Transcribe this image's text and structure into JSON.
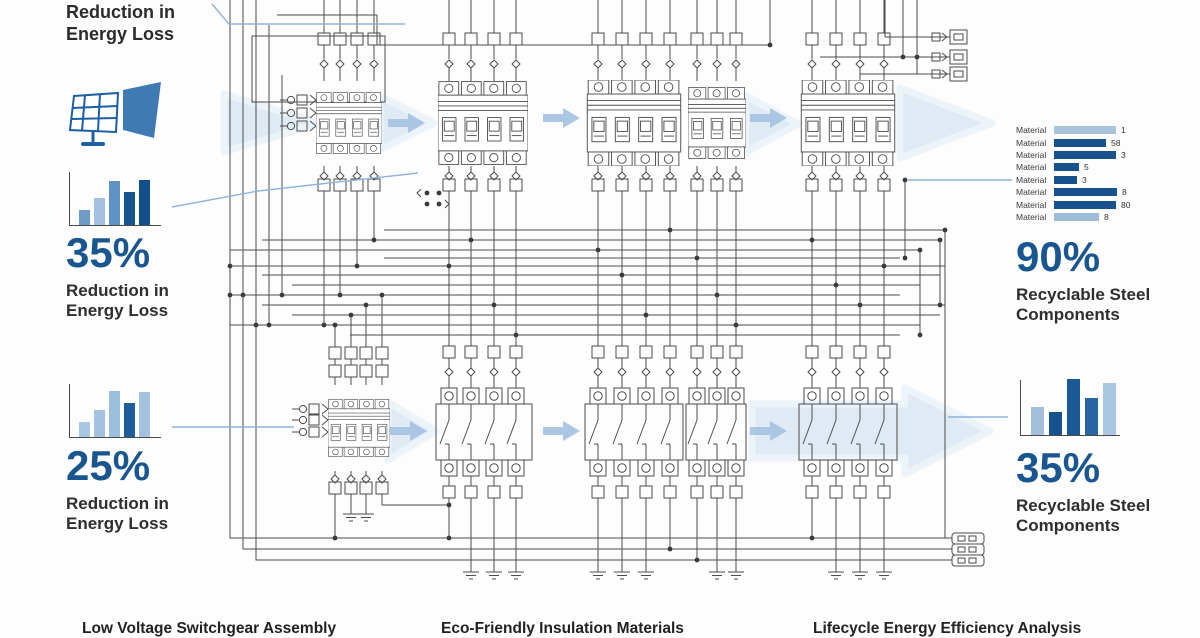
{
  "top_left_note": {
    "line1": "Reduction in",
    "line2": "Energy Loss"
  },
  "stats": {
    "energy_loss_top": {
      "value": "35%",
      "label_line1": "Reduction in",
      "label_line2": "Energy Loss"
    },
    "energy_loss_bottom": {
      "value": "25%",
      "label_line1": "Reduction in",
      "label_line2": "Energy Loss"
    },
    "recyclable_top": {
      "value": "90%",
      "label_line1": "Recyclable Steel",
      "label_line2": "Components"
    },
    "recyclable_bottom": {
      "value": "35%",
      "label_line1": "Recyclable Steel",
      "label_line2": "Components"
    }
  },
  "captions": {
    "left": "Low Voltage Switchgear Assembly",
    "center": "Eco-Friendly Insulation Materials",
    "right": "Lifecycle Energy Efficiency Analysis"
  },
  "icons": {
    "solar_panel": "solar-panel-icon"
  },
  "colors": {
    "stat_blue": "#19558f",
    "bar_dark": "#17528e",
    "bar_medium": "#5e93c4",
    "bar_light": "#a9c3dd",
    "arrow_fill": "#cfe0f0",
    "callout": "#8fb3d9",
    "wire": "#4c4c4c",
    "text_dark": "#2e2e2e"
  },
  "chart_data": [
    {
      "id": "energy-loss-trend-top",
      "type": "bar",
      "orientation": "vertical",
      "title": "35% Reduction in Energy Loss",
      "categories": [
        "",
        "",
        "",
        "",
        ""
      ],
      "values": [
        15,
        27,
        44,
        33,
        45
      ],
      "unit": "relative height px",
      "ylim": [
        0,
        50
      ],
      "colors": [
        "#6f9cc6",
        "#a4c2e0",
        "#5e93c4",
        "#16548f",
        "#115089"
      ],
      "axes": "plain L-axis, no ticks, no gridlines"
    },
    {
      "id": "energy-loss-trend-bottom",
      "type": "bar",
      "orientation": "vertical",
      "title": "25% Reduction in Energy Loss",
      "categories": [
        "",
        "",
        "",
        "",
        ""
      ],
      "values": [
        15,
        27,
        46,
        34,
        45
      ],
      "unit": "relative height px",
      "ylim": [
        0,
        50
      ],
      "colors": [
        "#a9c6e2",
        "#a4c2e0",
        "#9dbfde",
        "#1f5c9c",
        "#a4c2e0"
      ],
      "axes": "plain L-axis, no ticks, no gridlines"
    },
    {
      "id": "materials-breakdown",
      "type": "bar",
      "orientation": "horizontal",
      "title": "90% Recyclable Steel Components",
      "categories": [
        "Material",
        "Material",
        "Material",
        "Material",
        "Material",
        "Material",
        "Material",
        "Material"
      ],
      "values": [
        62,
        52,
        62,
        25,
        23,
        63,
        62,
        45
      ],
      "unit": "relative length px",
      "data_labels": [
        "1",
        "58",
        "3",
        "5",
        "3",
        "8",
        "80",
        "8"
      ],
      "colors": [
        "#a9c3dd",
        "#17528e",
        "#17528e",
        "#17528e",
        "#17528e",
        "#17528e",
        "#17528e",
        "#9fbcd8"
      ],
      "axes": "no axis lines, value labels at bar ends"
    },
    {
      "id": "recyclable-trend-bottom",
      "type": "bar",
      "orientation": "vertical",
      "title": "35% Recyclable Steel Components",
      "categories": [
        "",
        "",
        "",
        "",
        ""
      ],
      "values": [
        28,
        23,
        56,
        37,
        52
      ],
      "unit": "relative height px",
      "ylim": [
        0,
        60
      ],
      "colors": [
        "#a3bfdc",
        "#17528e",
        "#1c5796",
        "#2765a3",
        "#abc6e0"
      ],
      "axes": "plain L-axis, no ticks, no gridlines"
    }
  ]
}
